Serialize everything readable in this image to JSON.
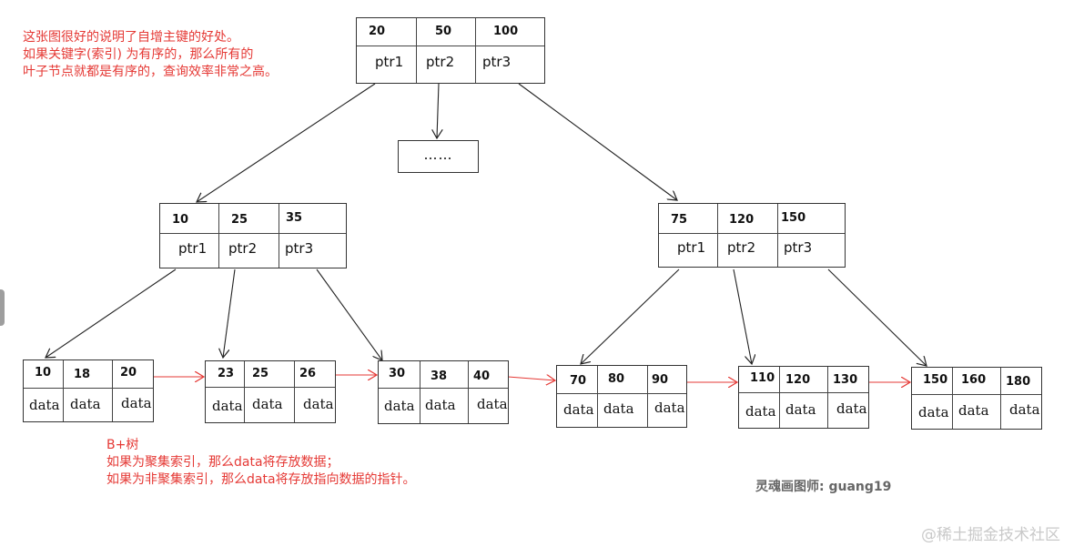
{
  "notes": {
    "top_lines": [
      "这张图很好的说明了自增主键的好处。",
      "如果关键字(索引) 为有序的，那么所有的",
      "叶子节点就都是有序的，查询效率非常之高。"
    ],
    "bottom_lines": [
      "B+树",
      "如果为聚集索引，那么data将存放数据；",
      "如果为非聚集索引，那么data将存放指向数据的指针。"
    ]
  },
  "credit": "灵魂画图师:   guang19",
  "watermark": "@稀土掘金技术社区",
  "ellipsis": "……",
  "colors": {
    "annotation": "#e53935",
    "line": "#222222",
    "leaf_link": "#e53935"
  },
  "nodes": {
    "root": {
      "keys": [
        "20",
        "50",
        "100"
      ],
      "ptrs": [
        "ptr1",
        "ptr2",
        "ptr3"
      ]
    },
    "left": {
      "keys": [
        "10",
        "25",
        "35"
      ],
      "ptrs": [
        "ptr1",
        "ptr2",
        "ptr3"
      ]
    },
    "right": {
      "keys": [
        "75",
        "120",
        "150"
      ],
      "ptrs": [
        "ptr1",
        "ptr2",
        "ptr3"
      ]
    }
  },
  "leaves": [
    {
      "keys": [
        "10",
        "18",
        "20"
      ],
      "data": [
        "data",
        "data",
        "data"
      ]
    },
    {
      "keys": [
        "23",
        "25",
        "26"
      ],
      "data": [
        "data",
        "data",
        "data"
      ]
    },
    {
      "keys": [
        "30",
        "38",
        "40"
      ],
      "data": [
        "data",
        "data",
        "data"
      ]
    },
    {
      "keys": [
        "70",
        "80",
        "90"
      ],
      "data": [
        "data",
        "data",
        "data"
      ]
    },
    {
      "keys": [
        "110",
        "120",
        "130"
      ],
      "data": [
        "data",
        "data",
        "data"
      ]
    },
    {
      "keys": [
        "150",
        "160",
        "180"
      ],
      "data": [
        "data",
        "data",
        "data"
      ]
    }
  ]
}
